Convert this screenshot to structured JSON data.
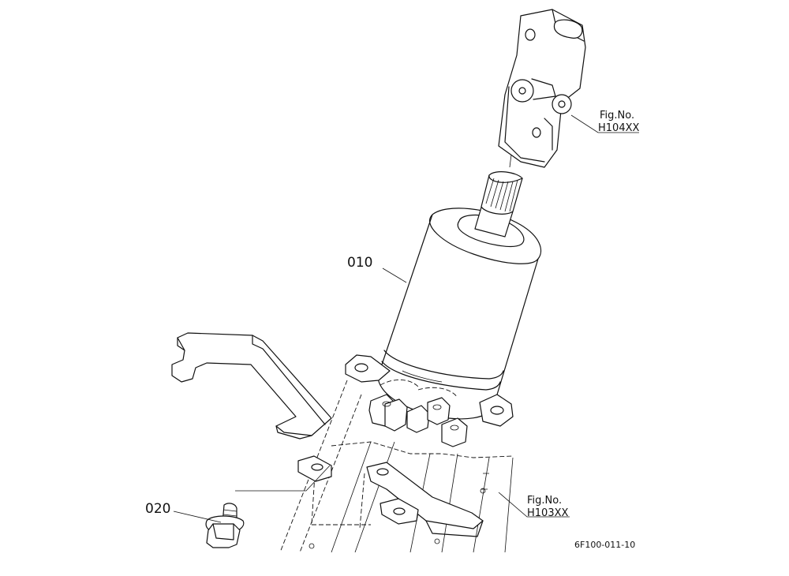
{
  "diagram": {
    "callouts": {
      "part_010": "010",
      "part_020": "020"
    },
    "references": {
      "top": {
        "line1": "Fig.No.",
        "line2": "H104XX"
      },
      "bottom": {
        "line1": "Fig.No.",
        "line2": "H103XX"
      }
    },
    "drawing_code": "6F100-011-10"
  }
}
